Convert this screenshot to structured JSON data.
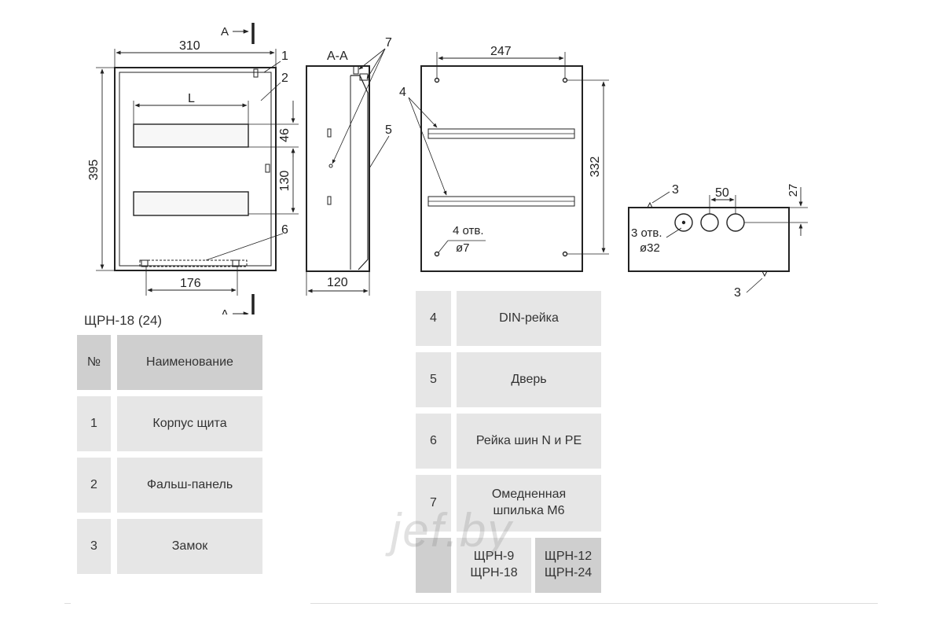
{
  "drawing": {
    "front": {
      "section_mark_top": "А",
      "section_mark_bottom": "А",
      "width_dim": "310",
      "height_dim": "395",
      "din_length_dim": "L",
      "rail_height_dim": "46",
      "rail_pitch_dim": "130",
      "busbar_dim": "176",
      "callout_1": "1",
      "callout_2": "2",
      "callout_6": "6"
    },
    "side": {
      "section_title": "А-А",
      "depth_dim": "120",
      "callout_7": "7",
      "callout_5": "5"
    },
    "back": {
      "hole_spacing_dim": "247",
      "hole_vertical_dim": "332",
      "callout_4": "4",
      "holes_count": "4 отв.",
      "holes_diameter": "ø7"
    },
    "bottom": {
      "callout_3_top": "3",
      "callout_3_bottom": "3",
      "knockout_spacing_dim": "50",
      "knockout_offset_dim": "27",
      "knockouts_count": "3 отв.",
      "knockouts_diameter": "ø32"
    }
  },
  "model_label": "ЩРН-18 (24)",
  "table_left": {
    "header": {
      "num": "№",
      "name": "Наименование"
    },
    "rows": [
      {
        "num": "1",
        "name": "Корпус щита"
      },
      {
        "num": "2",
        "name": "Фальш-панель"
      },
      {
        "num": "3",
        "name": "Замок"
      }
    ]
  },
  "table_right": {
    "rows": [
      {
        "num": "4",
        "name": "DIN-рейка"
      },
      {
        "num": "5",
        "name": "Дверь"
      },
      {
        "num": "6",
        "name": "Рейка шин N и PE"
      },
      {
        "num": "7",
        "name": "Омедненная шпилька М6"
      }
    ],
    "variants": {
      "col1": "ЩРН-9 ЩРН-18",
      "col2": "ЩРН-12 ЩРН-24"
    }
  },
  "watermark": "jef.by"
}
